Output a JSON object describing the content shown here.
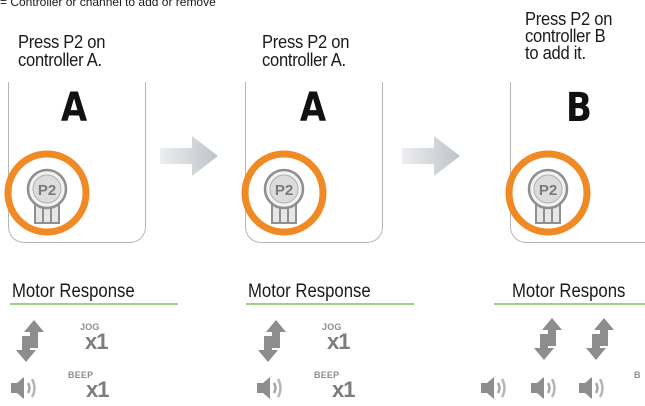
{
  "caption": "= Controller or channel to add or remove",
  "steps": [
    {
      "instruction": "Press P2 on\ncontroller A.",
      "controller": "A",
      "button": "P2",
      "motor_heading": "Motor Response",
      "jog": {
        "label": "JOG",
        "count": "x1"
      },
      "beep": {
        "label": "BEEP",
        "count": "x1"
      }
    },
    {
      "instruction": "Press P2 on\ncontroller A.",
      "controller": "A",
      "button": "P2",
      "motor_heading": "Motor Response",
      "jog": {
        "label": "JOG",
        "count": "x1"
      },
      "beep": {
        "label": "BEEP",
        "count": "x1"
      }
    },
    {
      "instruction": "Press P2 on\ncontroller B\nto add it.",
      "controller": "B",
      "button": "P2",
      "motor_heading": "Motor Respons",
      "beep_partial": "B"
    }
  ],
  "colors": {
    "ring": "#f08a24",
    "arrow": "#c9cdd1",
    "rule": "#9fcf8a",
    "icon": "#909090"
  }
}
